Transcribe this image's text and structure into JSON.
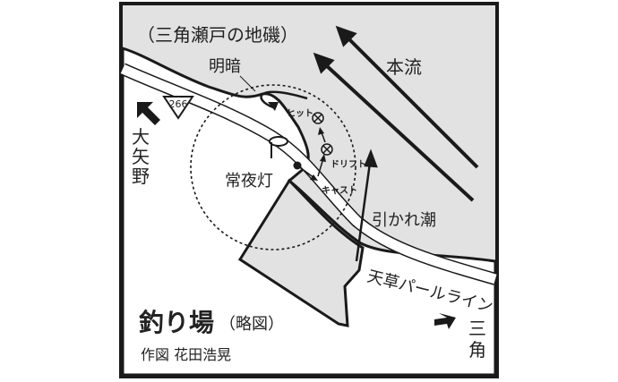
{
  "map": {
    "area_label": "（三角瀬戸の地磯）",
    "current_main": "本流",
    "light_dark": "明暗",
    "route_number": "266",
    "to_left": [
      "大",
      "矢",
      "野"
    ],
    "streetlight": "常夜灯",
    "hit": "ヒット",
    "drift": "ドリフト",
    "cast": "キャスト",
    "ebb_tide": "引かれ潮",
    "road_name": "天草パールライン",
    "to_right": [
      "三",
      "角"
    ],
    "title": "釣り場",
    "title_sub": "（略図）",
    "credit": "作図 花田浩晃"
  },
  "colors": {
    "sea": "#e2e2e2",
    "land": "#ffffff",
    "ink": "#1a1a1a"
  }
}
